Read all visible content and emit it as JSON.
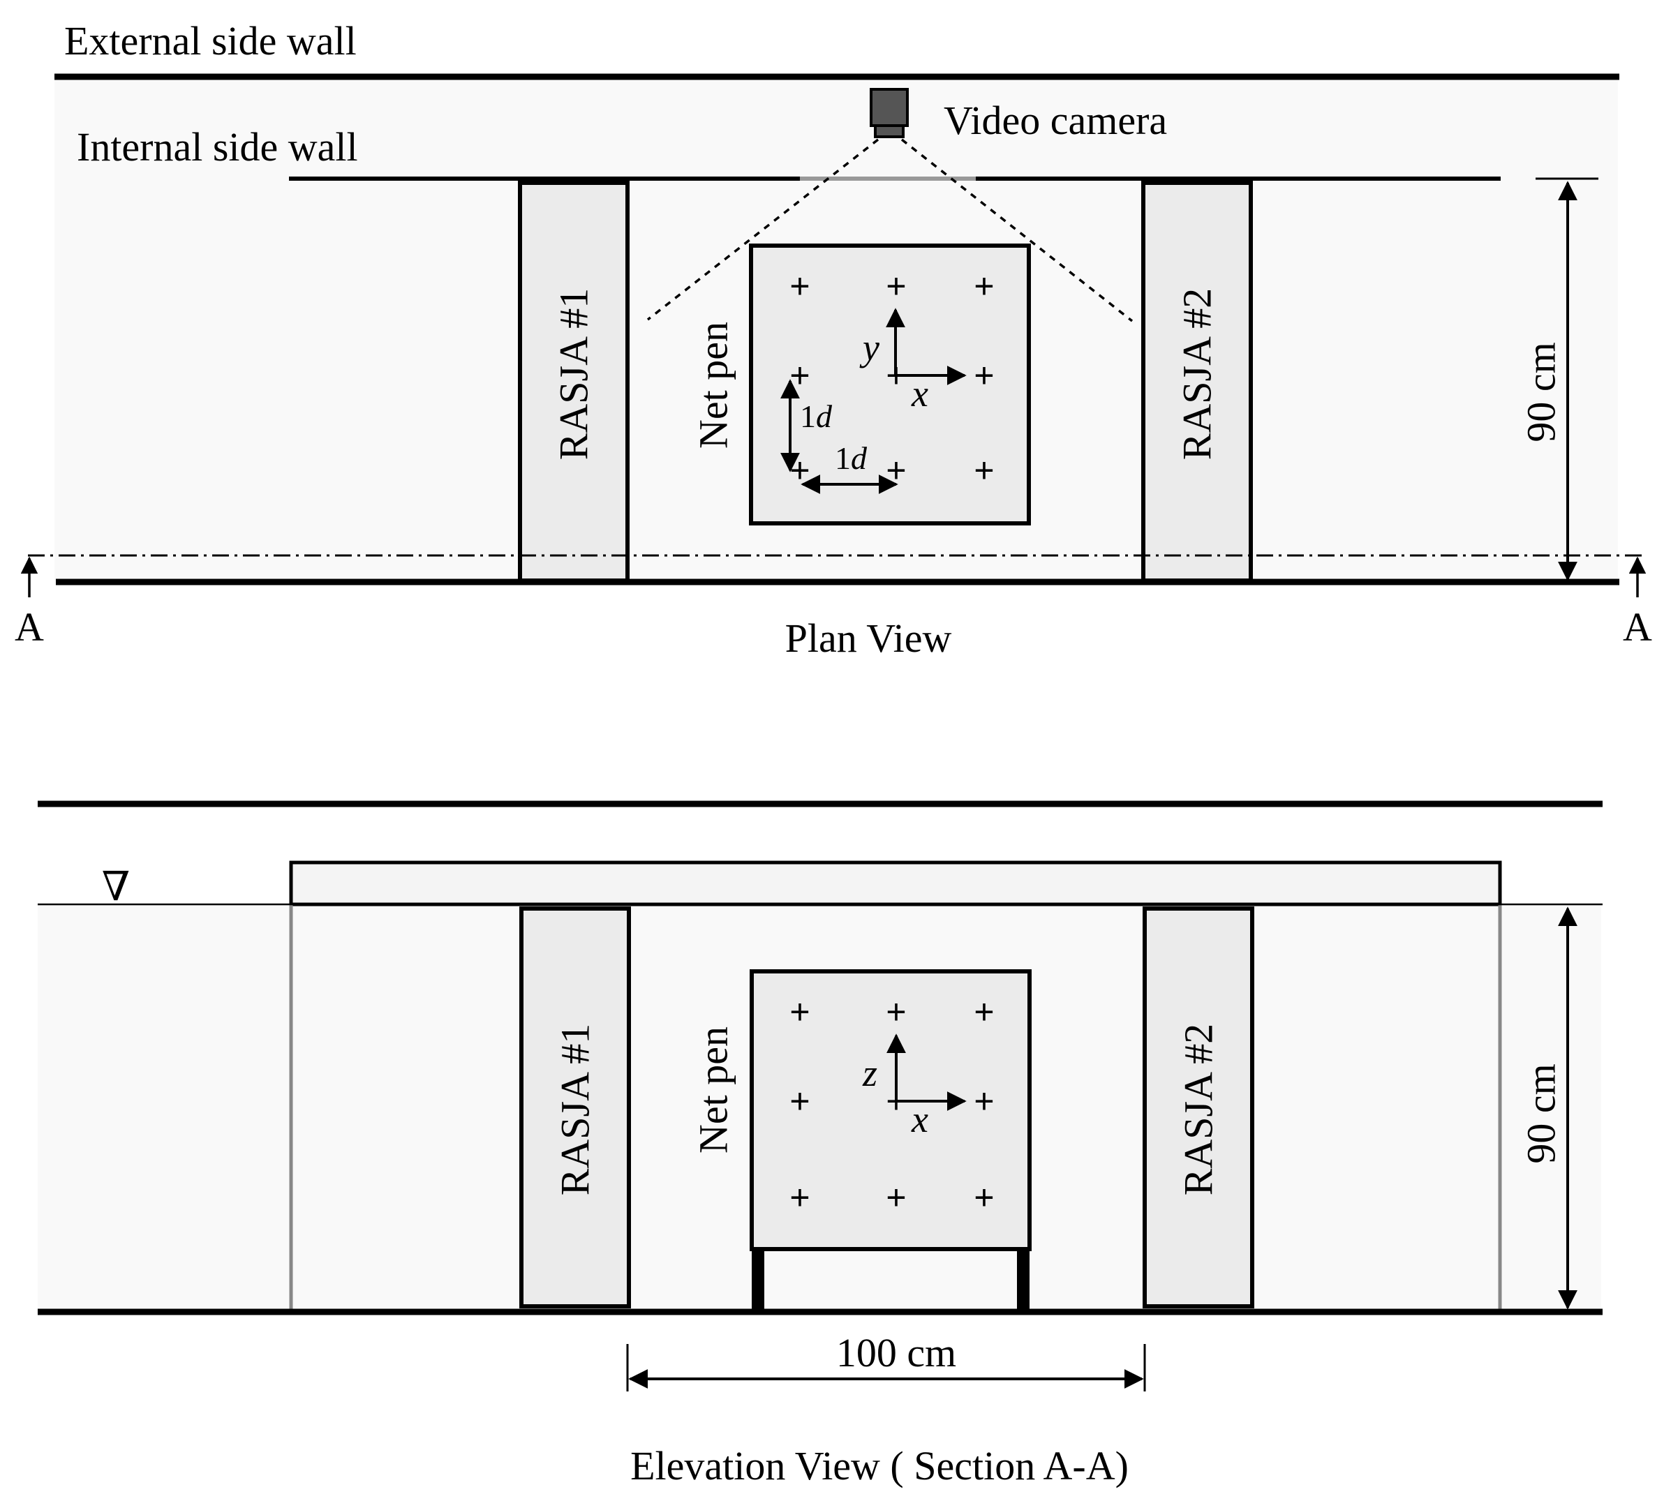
{
  "colors": {
    "line": "#000000",
    "channel_fill": "#f9f9f9",
    "box_fill": "#ebebeb",
    "gray_wall": "#888888",
    "camera": "#555555"
  },
  "plan": {
    "external_wall_label": "External side wall",
    "internal_wall_label": "Internal side wall",
    "camera_label": "Video camera",
    "jet1_label": "RASJA #1",
    "jet2_label": "RASJA #2",
    "netpen_label": "Net pen",
    "axis_y": "y",
    "axis_x": "x",
    "spacing_v_num": "1",
    "spacing_v_var": "d",
    "spacing_h_num": "1",
    "spacing_h_var": "d",
    "depth_dim": "90 cm",
    "section_left": "A",
    "section_right": "A",
    "title": "Plan View",
    "probe_marker": "+"
  },
  "elevation": {
    "free_surface_symbol": "∇",
    "jet1_label": "RASJA #1",
    "jet2_label": "RASJA #2",
    "netpen_label": "Net pen",
    "axis_z": "z",
    "axis_x": "x",
    "depth_dim": "90 cm",
    "distance_dim": "100 cm",
    "title": "Elevation View ( Section A-A)",
    "probe_marker": "+"
  }
}
